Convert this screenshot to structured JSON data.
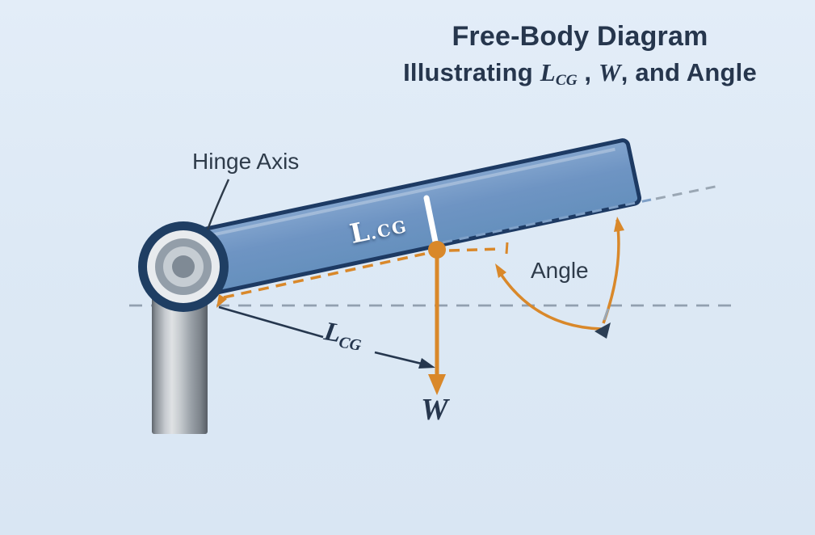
{
  "title": {
    "line1": "Free-Body Diagram",
    "line2": {
      "prefix": "Illustrating ",
      "lcg_main": "L",
      "lcg_sub": "CG",
      "separator": " , ",
      "w": "W",
      "suffix": ", and Angle"
    }
  },
  "labels": {
    "hinge_axis": "Hinge Axis",
    "beam_cg": {
      "main": "L",
      "sub": ".CG"
    },
    "lcg_callout": {
      "main": "L",
      "sub": "CG"
    },
    "weight": "W",
    "angle": "Angle"
  },
  "colors": {
    "background_top": "#e3edf8",
    "background_bottom": "#d9e6f3",
    "beam_fill": "#6e94c3",
    "beam_border": "#1d3a63",
    "accent_orange": "#d9882a",
    "navy_text": "#26364d",
    "reference_line_gray": "#92a0b0",
    "extension_line_blue": "#7fa0c7",
    "post_metal_light": "#dfe2e4",
    "post_metal_dark": "#5d646b",
    "white_pin": "#ffffff"
  }
}
